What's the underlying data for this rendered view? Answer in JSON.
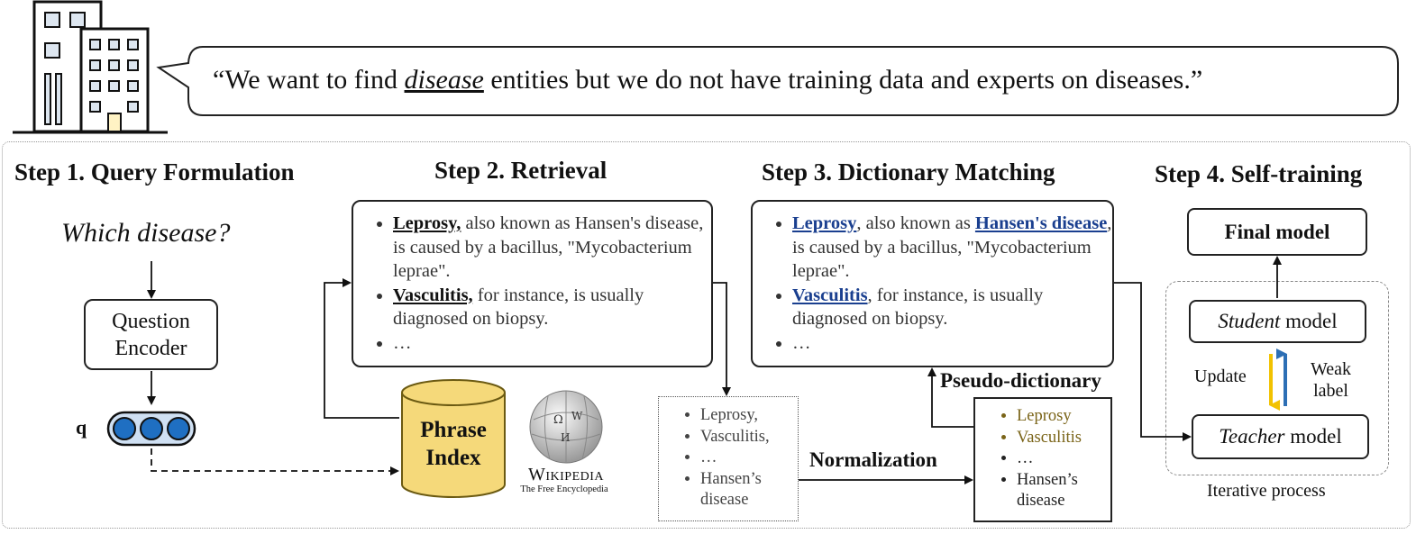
{
  "speech": {
    "prefix": "“We want to find ",
    "keyword": "disease",
    "suffix": " entities but we do not have training data and experts on diseases.”"
  },
  "steps": {
    "step1": "Step 1. Query Formulation",
    "step2": "Step 2. Retrieval",
    "step3": "Step 3. Dictionary Matching",
    "step4": "Step 4. Self-training"
  },
  "query": {
    "text": "Which disease?",
    "encoder_line1": "Question",
    "encoder_line2": "Encoder",
    "vector_label": "q"
  },
  "phrase_index": {
    "line1": "Phrase",
    "line2": "Index"
  },
  "wikipedia": {
    "name": "Wikipedia",
    "tagline": "The Free Encyclopedia"
  },
  "retrieval": {
    "items": [
      {
        "keyword": "Leprosy,",
        "rest": " also known as Hansen's disease, is caused by a bacillus, \"Mycobacterium leprae\"."
      },
      {
        "keyword": "Vasculitis,",
        "rest": " for instance, is usually diagnosed on biopsy."
      },
      {
        "keyword": "",
        "rest": "…"
      }
    ]
  },
  "extracted": {
    "items": [
      "Leprosy,",
      "Vasculitis,",
      "…",
      "Hansen’s disease"
    ]
  },
  "normalization": "Normalization",
  "pseudo_dictionary": {
    "title": "Pseudo-dictionary",
    "items": [
      "Leprosy",
      "Vasculitis",
      "…",
      "Hansen’s disease"
    ]
  },
  "matching": {
    "item1": {
      "kw1": "Leprosy",
      "mid": ", also known as ",
      "kw2": "Hansen's disease",
      "rest": ", is caused by a bacillus, \"Mycobacterium leprae\"."
    },
    "item2": {
      "kw": "Vasculitis",
      "rest": ", for instance, is usually diagnosed on biopsy."
    },
    "item3": "…"
  },
  "self_training": {
    "final": "Final model",
    "student_em": "Student",
    "student_rest": " model",
    "teacher_em": "Teacher",
    "teacher_rest": " model",
    "update": "Update",
    "weak_line1": "Weak",
    "weak_line2": "label",
    "caption": "Iterative process"
  },
  "colors": {
    "gold": "#f5d97a",
    "gold_border": "#6b5a12",
    "blue_circle": "#1f6fc2",
    "update_arrow": "#f2c200",
    "weak_arrow": "#2d6fb5",
    "keyword_blue": "#1a3f8f"
  }
}
